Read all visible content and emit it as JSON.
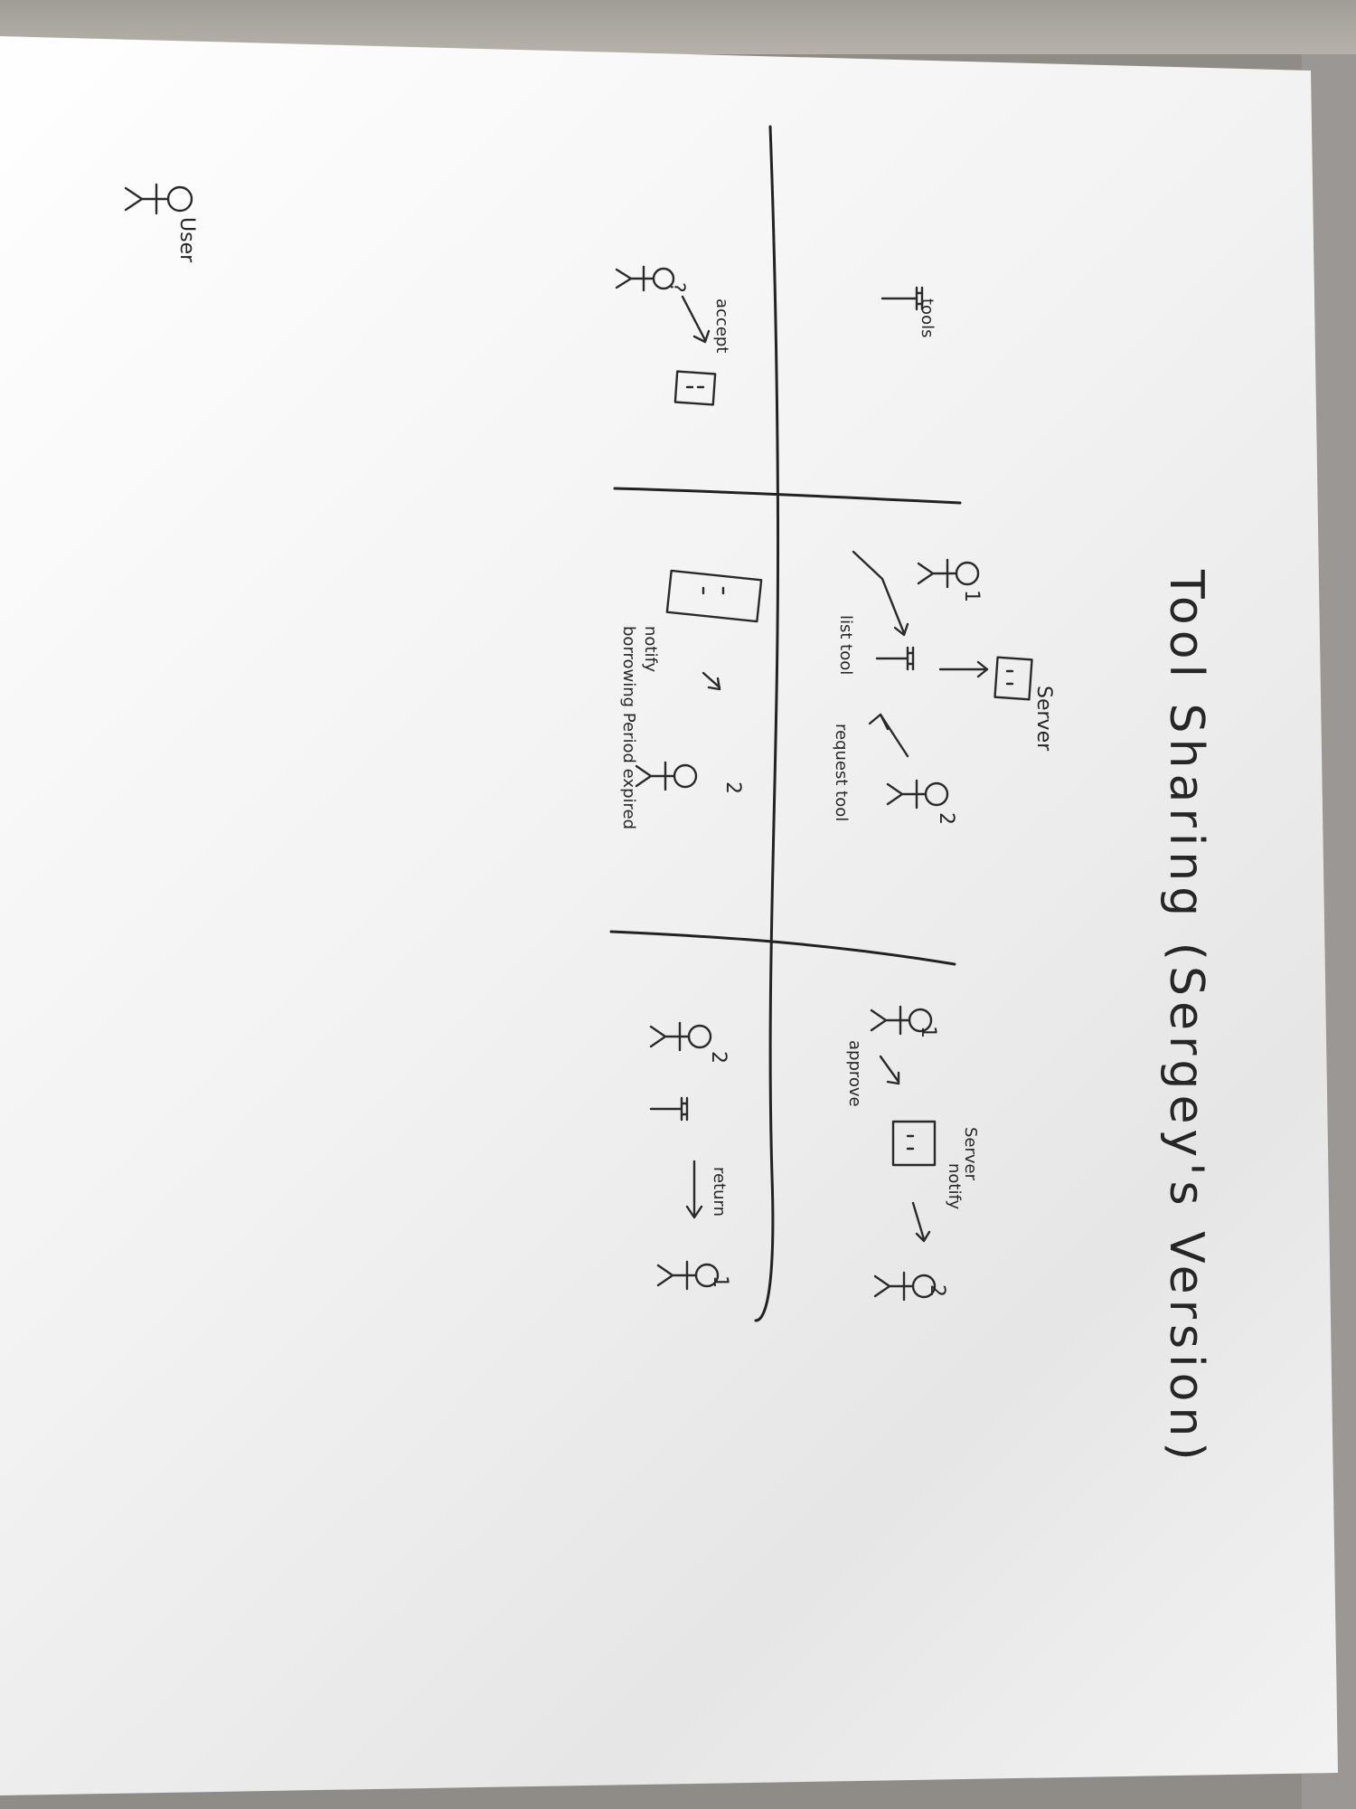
{
  "title": "Tool Sharing (Sergey's Version)",
  "panels": {
    "top_left": {
      "labels": {
        "user": "User",
        "tools": "tools"
      }
    },
    "bottom_left": {
      "labels": {
        "user_number": "?",
        "arrow_label": "accept"
      }
    },
    "top_middle": {
      "labels": {
        "user1_number": "1",
        "list_tool": "list tool",
        "server": "Server",
        "request_tool": "request tool",
        "user2_number": "2"
      }
    },
    "bottom_middle": {
      "labels": {
        "notify": "notify",
        "borrowing_period": "borrowing Period expired",
        "user_number": "2"
      }
    },
    "top_right": {
      "labels": {
        "user1_number": "1",
        "approve": "approve",
        "server": "Server",
        "notify": "notify",
        "user2_number": "2"
      }
    },
    "bottom_right": {
      "labels": {
        "user2_number": "2",
        "return": "return",
        "user1_number": "1"
      }
    }
  }
}
